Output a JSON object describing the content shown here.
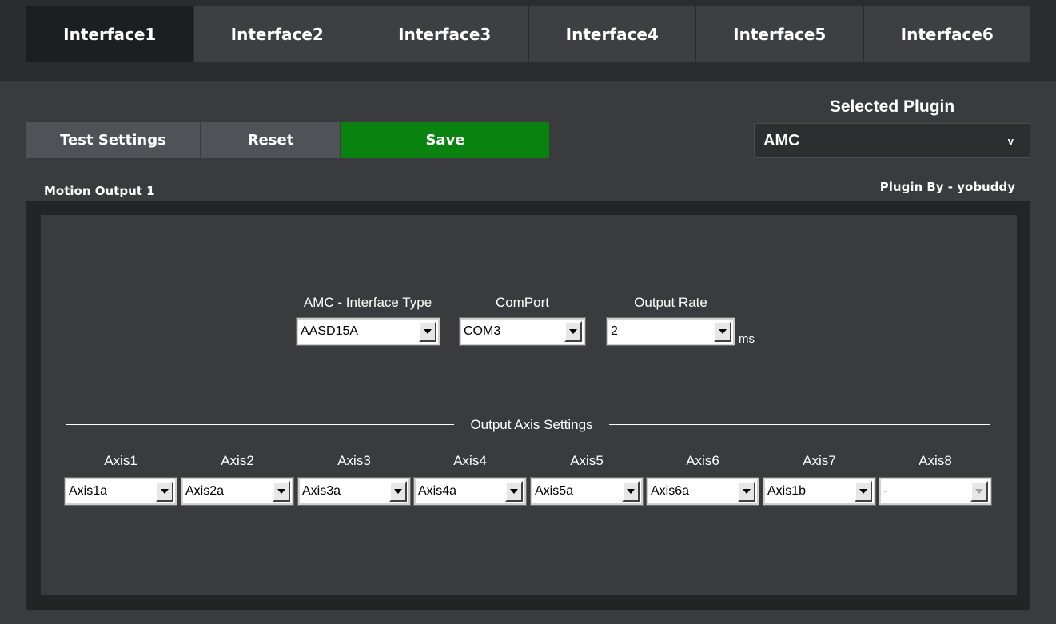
{
  "tabs": [
    {
      "label": "Interface1",
      "active": true
    },
    {
      "label": "Interface2",
      "active": false
    },
    {
      "label": "Interface3",
      "active": false
    },
    {
      "label": "Interface4",
      "active": false
    },
    {
      "label": "Interface5",
      "active": false
    },
    {
      "label": "Interface6",
      "active": false
    }
  ],
  "toolbar": {
    "test_settings_label": "Test Settings",
    "reset_label": "Reset",
    "save_label": "Save"
  },
  "plugin": {
    "selected_label": "Selected Plugin",
    "selected_value": "AMC",
    "dropdown_glyph": "v",
    "author": "Plugin By - yobuddy"
  },
  "motion_output": {
    "title": "Motion Output 1",
    "interface_type": {
      "label": "AMC - Interface Type",
      "value": "AASD15A"
    },
    "com_port": {
      "label": "ComPort",
      "value": "COM3"
    },
    "output_rate": {
      "label": "Output Rate",
      "value": "2",
      "unit": "ms"
    },
    "axis_settings_title": "Output Axis Settings",
    "axes": [
      {
        "label": "Axis1",
        "value": "Axis1a",
        "enabled": true
      },
      {
        "label": "Axis2",
        "value": "Axis2a",
        "enabled": true
      },
      {
        "label": "Axis3",
        "value": "Axis3a",
        "enabled": true
      },
      {
        "label": "Axis4",
        "value": "Axis4a",
        "enabled": true
      },
      {
        "label": "Axis5",
        "value": "Axis5a",
        "enabled": true
      },
      {
        "label": "Axis6",
        "value": "Axis6a",
        "enabled": true
      },
      {
        "label": "Axis7",
        "value": "Axis1b",
        "enabled": true
      },
      {
        "label": "Axis8",
        "value": "-",
        "enabled": false
      }
    ]
  },
  "colors": {
    "background": "#3a3b3e",
    "topbar": "#2b2c2e",
    "active_tab": "#1d1e20",
    "inactive_tab": "#3e3f43",
    "button": "#505257",
    "save_button": "#0a8210",
    "panel_border": "#232426"
  },
  "icons": {
    "combo_arrow": "chevron-down-icon",
    "plugin_dropdown": "chevron-down-icon"
  }
}
